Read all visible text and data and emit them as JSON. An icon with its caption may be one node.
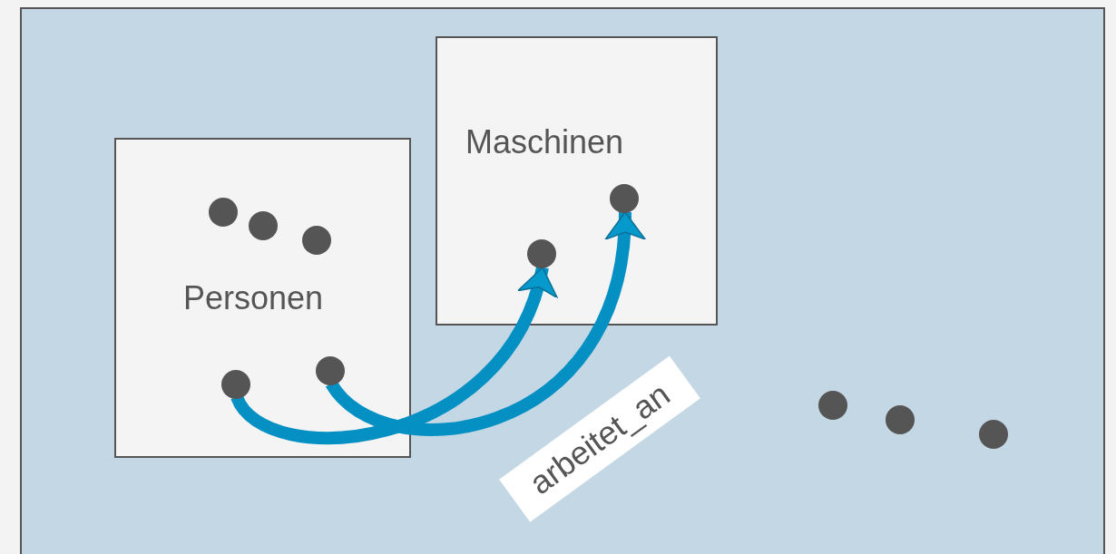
{
  "diagram": {
    "nodes": [
      {
        "text": [
          "Personen"
        ]
      },
      {
        "text": [],
        "shape": "circle",
        "in": 0
      },
      {
        "text": [],
        "shape": "circle",
        "in": 0
      },
      {
        "text": [],
        "shape": "circle",
        "in": 0
      },
      {
        "text": [],
        "shape": "circle",
        "in": 0
      },
      {
        "text": [],
        "shape": "circle",
        "in": 0
      },
      {
        "text": [
          "Maschinen"
        ]
      },
      {
        "text": [],
        "shape": "circle",
        "in": 6
      },
      {
        "text": [],
        "shape": "circle",
        "in": 6
      },
      {
        "text": [],
        "shape": "circle"
      },
      {
        "text": [],
        "shape": "circle"
      },
      {
        "text": [],
        "shape": "circle"
      }
    ],
    "edges": [
      {
        "from": 4,
        "to": 8,
        "arrow": "to"
      },
      {
        "from": 5,
        "to": 7,
        "arrow": "to"
      }
    ],
    "labels": [
      "arbeitet_an"
    ]
  }
}
